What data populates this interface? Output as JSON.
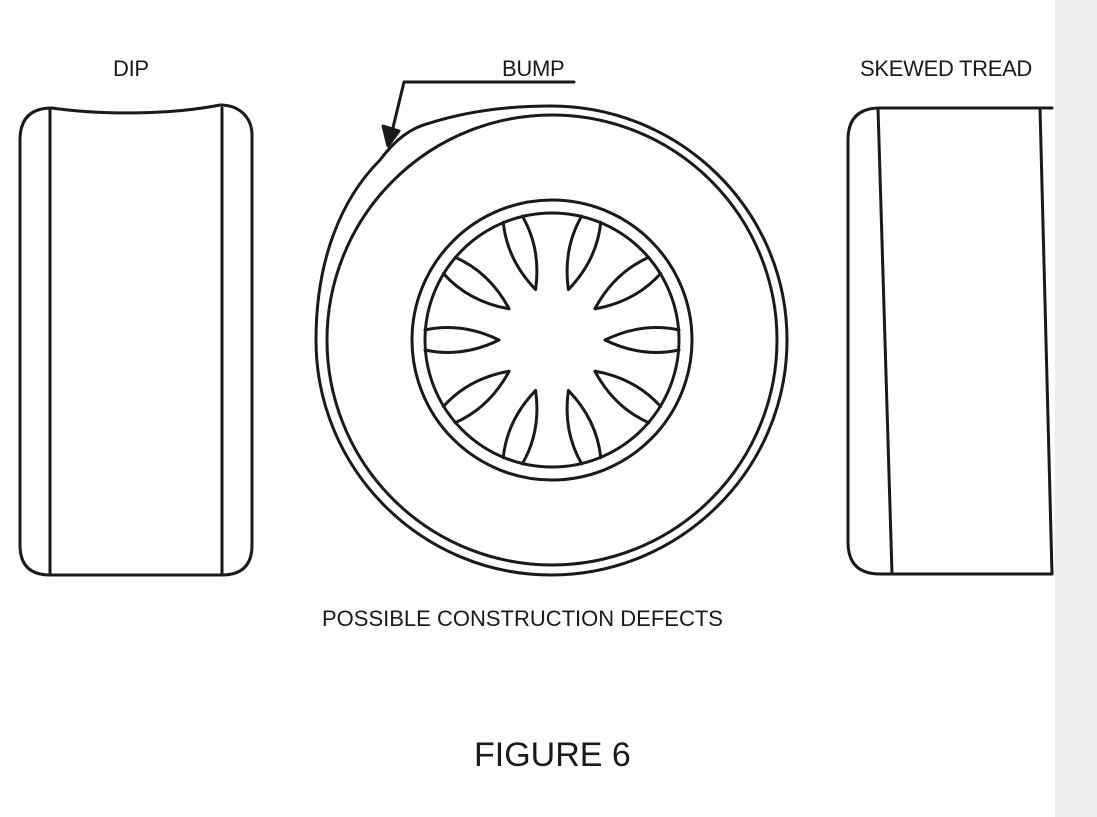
{
  "labels": {
    "dip": "DIP",
    "bump": "BUMP",
    "skewed_tread": "SKEWED TREAD"
  },
  "caption": "POSSIBLE CONSTRUCTION DEFECTS",
  "figure_title": "FIGURE 6",
  "colors": {
    "line": "#1a1a1a",
    "background": "#ffffff",
    "margin_strip": "#eceeed"
  }
}
